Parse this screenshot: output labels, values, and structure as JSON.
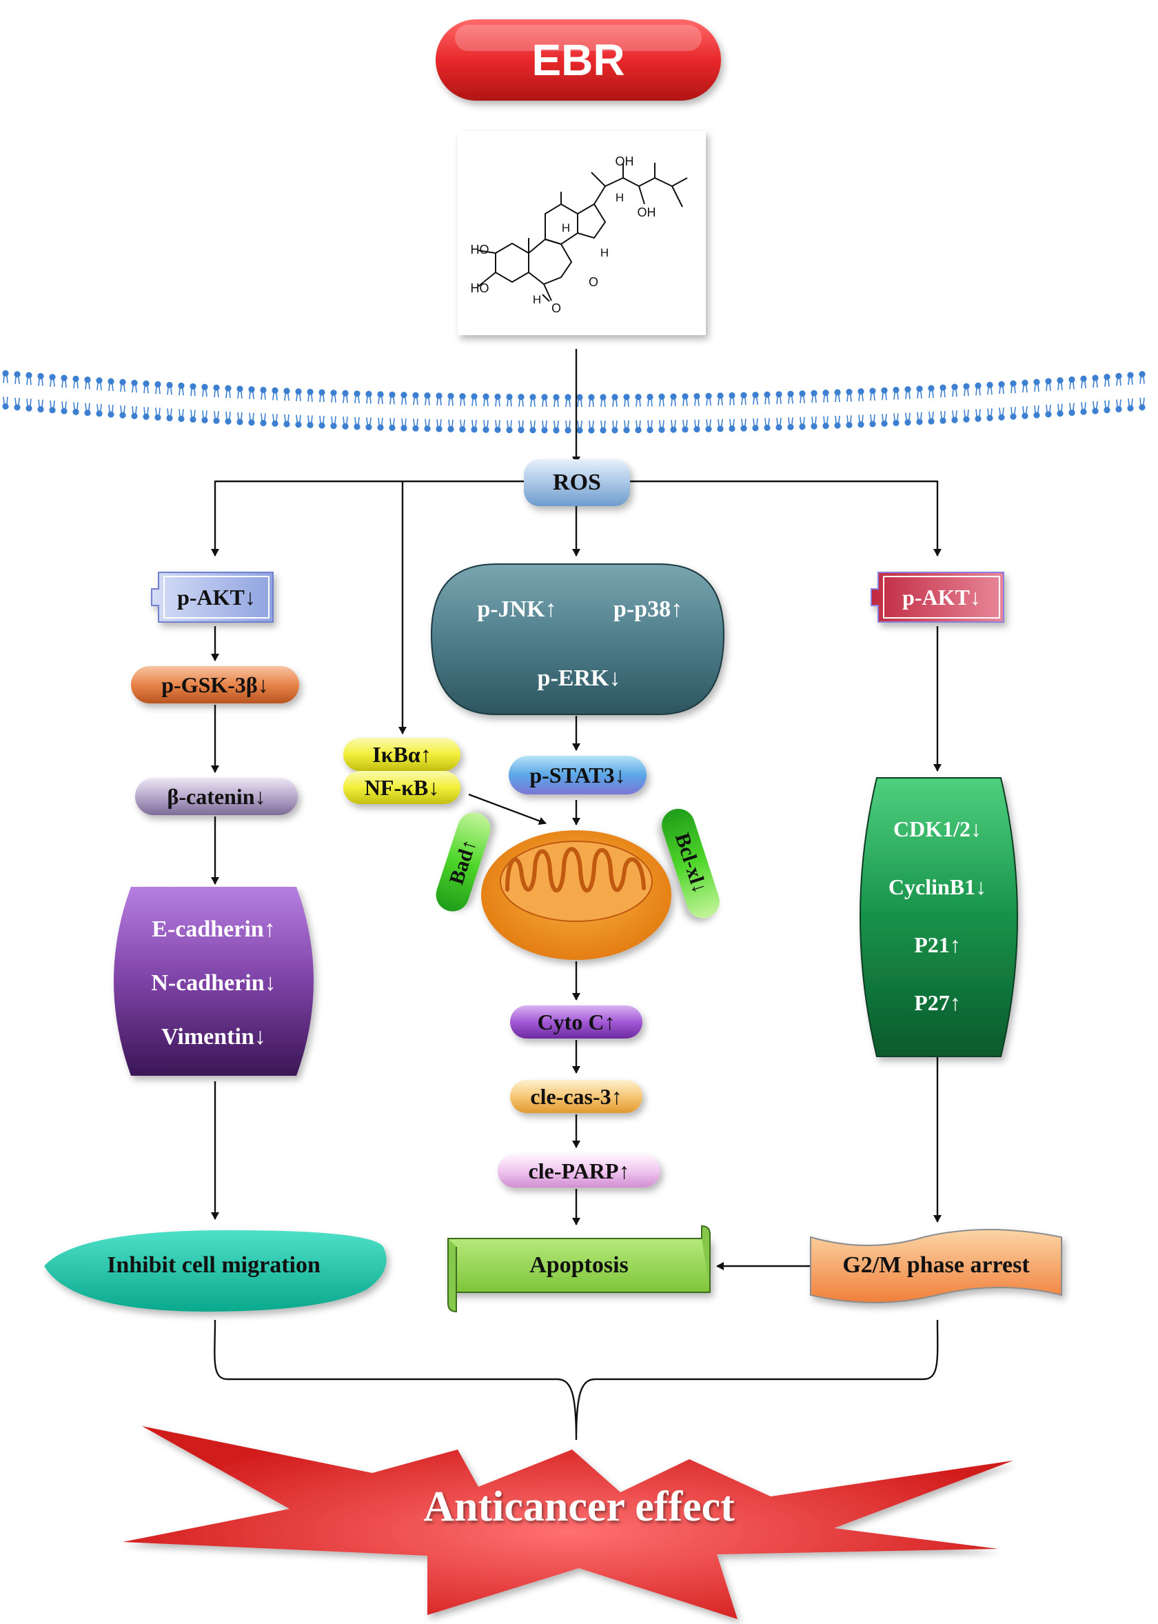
{
  "title": "EBR",
  "molecule": {
    "labels": [
      "HO",
      "HO",
      "OH",
      "OH",
      "H",
      "H",
      "H",
      "H",
      "O",
      "O"
    ]
  },
  "membrane_label": "",
  "ros": "ROS",
  "left": {
    "akt": "p-AKT↓",
    "gsk": "p-GSK-3β↓",
    "catenin": "β-catenin↓",
    "ecad": "E-cadherin↑",
    "ncad": "N-cadherin↓",
    "vimentin": "Vimentin↓",
    "outcome": "Inhibit cell migration"
  },
  "middle": {
    "jnk": "p-JNK↑",
    "p38": "p-p38↑",
    "erk": "p-ERK↓",
    "ikba": "IκBα↑",
    "nfkb": "NF-κB↓",
    "stat3": "p-STAT3↓",
    "bad": "Bad↑",
    "bclxl": "Bcl-xl↓",
    "cytoc": "Cyto C↑",
    "cas3": "cle-cas-3↑",
    "parp": "cle-PARP↑",
    "outcome": "Apoptosis"
  },
  "right": {
    "akt": "p-AKT↓",
    "cdk": "CDK1/2↓",
    "cyclin": "CyclinB1↓",
    "p21": "P21↑",
    "p27": "P27↑",
    "outcome": "G2/M phase arrest"
  },
  "final": "Anticancer effect",
  "colors": {
    "ebr_red": "#e8282b",
    "ros_blue": "#a9c6e6",
    "akt_left": "#b9c6ee",
    "akt_right": "#c93f55",
    "gsk_orange": "#e8844a",
    "catenin_purple": "#b7a9cc",
    "emt_purple": "#7e42a6",
    "mapk_teal": "#3f6f7b",
    "nfkb_yellow": "#f2ef3a",
    "stat3_blue": "#5aa6e6",
    "mito_orange": "#f39a1e",
    "bcl_green": "#4fd62a",
    "cytoc_purple": "#a35ad6",
    "cas3_orange": "#f7c775",
    "parp_pink": "#f0c6ef",
    "apoptosis_green": "#94d84e",
    "cellcycle_green": "#17924a",
    "migration_teal": "#18c4a9",
    "g2m_orange": "#f6a263",
    "star_red": "#e02222"
  }
}
